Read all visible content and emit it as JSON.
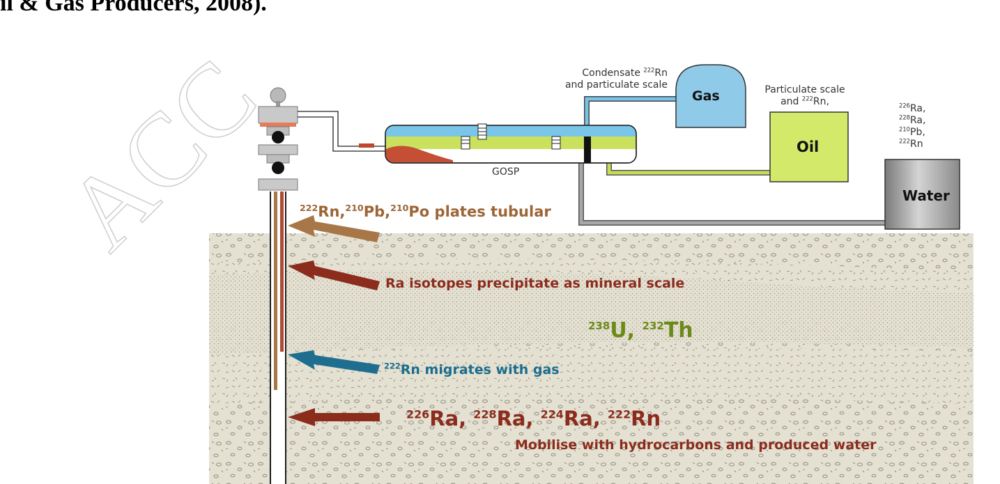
{
  "document": {
    "heading": "il & Gas Producers, 2008)."
  },
  "watermark": {
    "text": "ACC"
  },
  "diagram": {
    "labels": {
      "condensate_line1_pre": "Condensate ",
      "condensate_line1_sup": "222",
      "condensate_line1_post": "Rn",
      "condensate_line2": "and particulate scale",
      "gas": "Gas",
      "particulate_line1": "Particulate scale",
      "particulate_line2_pre": "and ",
      "particulate_line2_sup": "222",
      "particulate_line2_post": "Rn,",
      "oil": "Oil",
      "water": "Water",
      "gosp": "GOSP",
      "water_isotopes": [
        {
          "sup": "226",
          "el": "Ra,"
        },
        {
          "sup": "228",
          "el": "Ra,"
        },
        {
          "sup": "210",
          "el": "Pb,"
        },
        {
          "sup": "222",
          "el": "Rn"
        }
      ]
    },
    "annotations": {
      "tubular": [
        {
          "sup": "222",
          "el": "Rn,"
        },
        {
          "sup": "210",
          "el": "Pb,"
        },
        {
          "sup": "210",
          "el": "Po plates tubular"
        }
      ],
      "ra_scale": "Ra isotopes precipitate as mineral scale",
      "u_th": [
        {
          "sup": "238",
          "el": "U, "
        },
        {
          "sup": "232",
          "el": "Th"
        }
      ],
      "rn_gas_sup": "222",
      "rn_gas_text": "Rn migrates with gas",
      "ra_list": [
        {
          "sup": "226",
          "el": "Ra, "
        },
        {
          "sup": "228",
          "el": "Ra, "
        },
        {
          "sup": "224",
          "el": "Ra, "
        },
        {
          "sup": "222",
          "el": "Rn"
        }
      ],
      "mobilise": "Mobilise with hydrocarbons and produced water"
    },
    "colors": {
      "rock": "#e5e1d2",
      "gas_tank": "#8fcbe8",
      "oil_tank": "#d3e96a",
      "water_tank": "#a9a9a9",
      "arrow_brown": "#a87748",
      "arrow_red": "#8b2c1d",
      "arrow_blue": "#1f6e90",
      "text_green": "#6c8a1a"
    }
  }
}
